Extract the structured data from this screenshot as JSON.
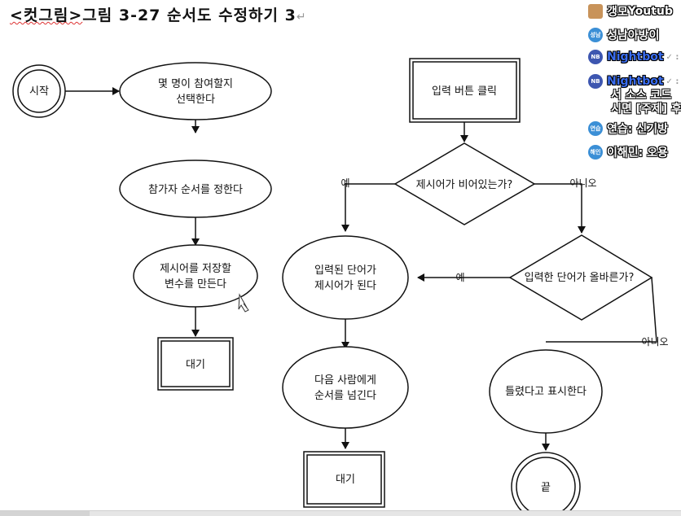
{
  "title": {
    "tag": "<컷그림>",
    "text": "그림 3-27 순서도 수정하기 3",
    "mark": "↵"
  },
  "flow": {
    "start": "시작",
    "select_count": [
      "몇 명이 참여할지",
      "선택한다"
    ],
    "set_order": "참가자 순서를 정한다",
    "make_var": [
      "제시어를 저장할",
      "변수를 만든다"
    ],
    "wait_left": "대기",
    "click_input": "입력 버튼 클릭",
    "is_empty": "제시어가 비어있는가?",
    "yes_left": "예",
    "no_right": "아니오",
    "becomes_word": [
      "입력된 단어가",
      "제시어가 된다"
    ],
    "is_correct": "입력한 단어가 올바른가?",
    "yes_mid": "예",
    "no_bottom": "아니오",
    "show_wrong": "틀렸다고 표시한다",
    "next_person": [
      "다음 사람에게",
      "순서를 넘긴다"
    ],
    "wait_mid": "대기",
    "end": "끝"
  },
  "chat": {
    "rows": [
      {
        "badge": "",
        "name": "갱모",
        "extra": "Youtub"
      },
      {
        "badge": "성남",
        "name": "성남아방이",
        "extra": ""
      },
      {
        "badge": "NB",
        "name": "Nightbot",
        "extra": "✓ :"
      },
      {
        "badge": "NB",
        "name": "Nightbot",
        "extra": "✓ :"
      },
      {
        "badge": "연습",
        "name": "연습: 신기방",
        "extra": ""
      },
      {
        "badge": "해인",
        "name": "이해민: 오용",
        "extra": ""
      }
    ],
    "lines": [
      "서 소스 코드",
      "시면 [주제] 후"
    ]
  }
}
